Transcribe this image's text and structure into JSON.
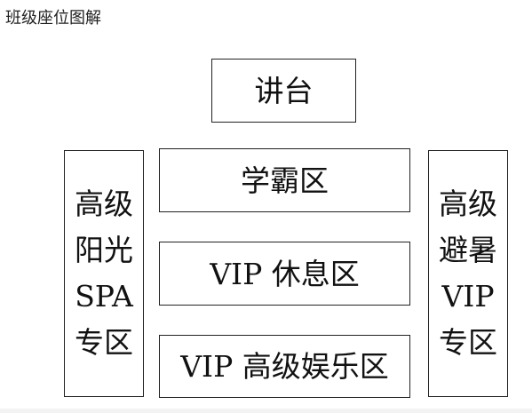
{
  "caption": "班级座位图解",
  "podium": "讲台",
  "center_zones": [
    "学霸区",
    "VIP 休息区",
    "VIP 高级娱乐区"
  ],
  "left_zone": {
    "lines": [
      "高级",
      "阳光",
      "SPA",
      "专区"
    ]
  },
  "right_zone": {
    "lines": [
      "高级",
      "避暑",
      "VIP",
      "专区"
    ]
  }
}
